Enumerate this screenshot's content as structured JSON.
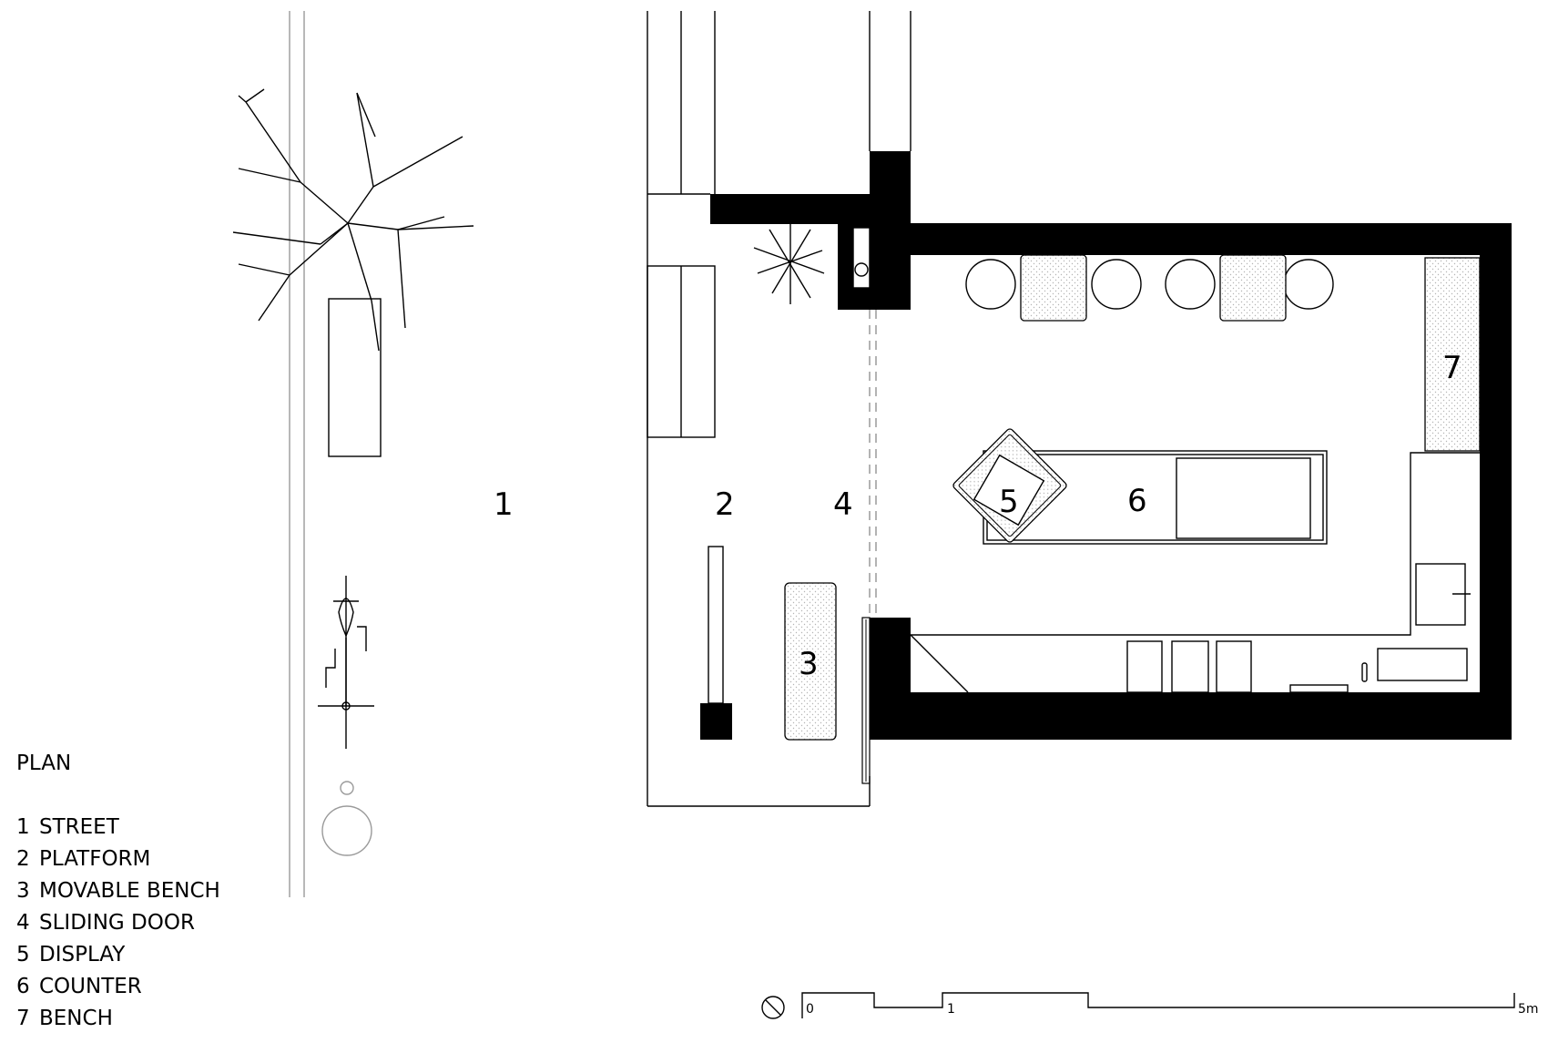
{
  "plan": {
    "title": "PLAN",
    "legend": [
      {
        "num": "1",
        "label": "STREET"
      },
      {
        "num": "2",
        "label": "PLATFORM"
      },
      {
        "num": "3",
        "label": "MOVABLE BENCH"
      },
      {
        "num": "4",
        "label": "SLIDING DOOR"
      },
      {
        "num": "5",
        "label": "DISPLAY"
      },
      {
        "num": "6",
        "label": "COUNTER"
      },
      {
        "num": "7",
        "label": "BENCH"
      }
    ],
    "markers": {
      "street": "1",
      "platform": "2",
      "movable_bench": "3",
      "sliding_door": "4",
      "display": "5",
      "counter": "6",
      "bench": "7"
    },
    "scale_bar": {
      "tick_0": "0",
      "tick_1": "1",
      "tick_5": "5m"
    }
  },
  "colors": {
    "wall": "#000000",
    "line": "#000000",
    "faint": "#9a9a9a"
  }
}
